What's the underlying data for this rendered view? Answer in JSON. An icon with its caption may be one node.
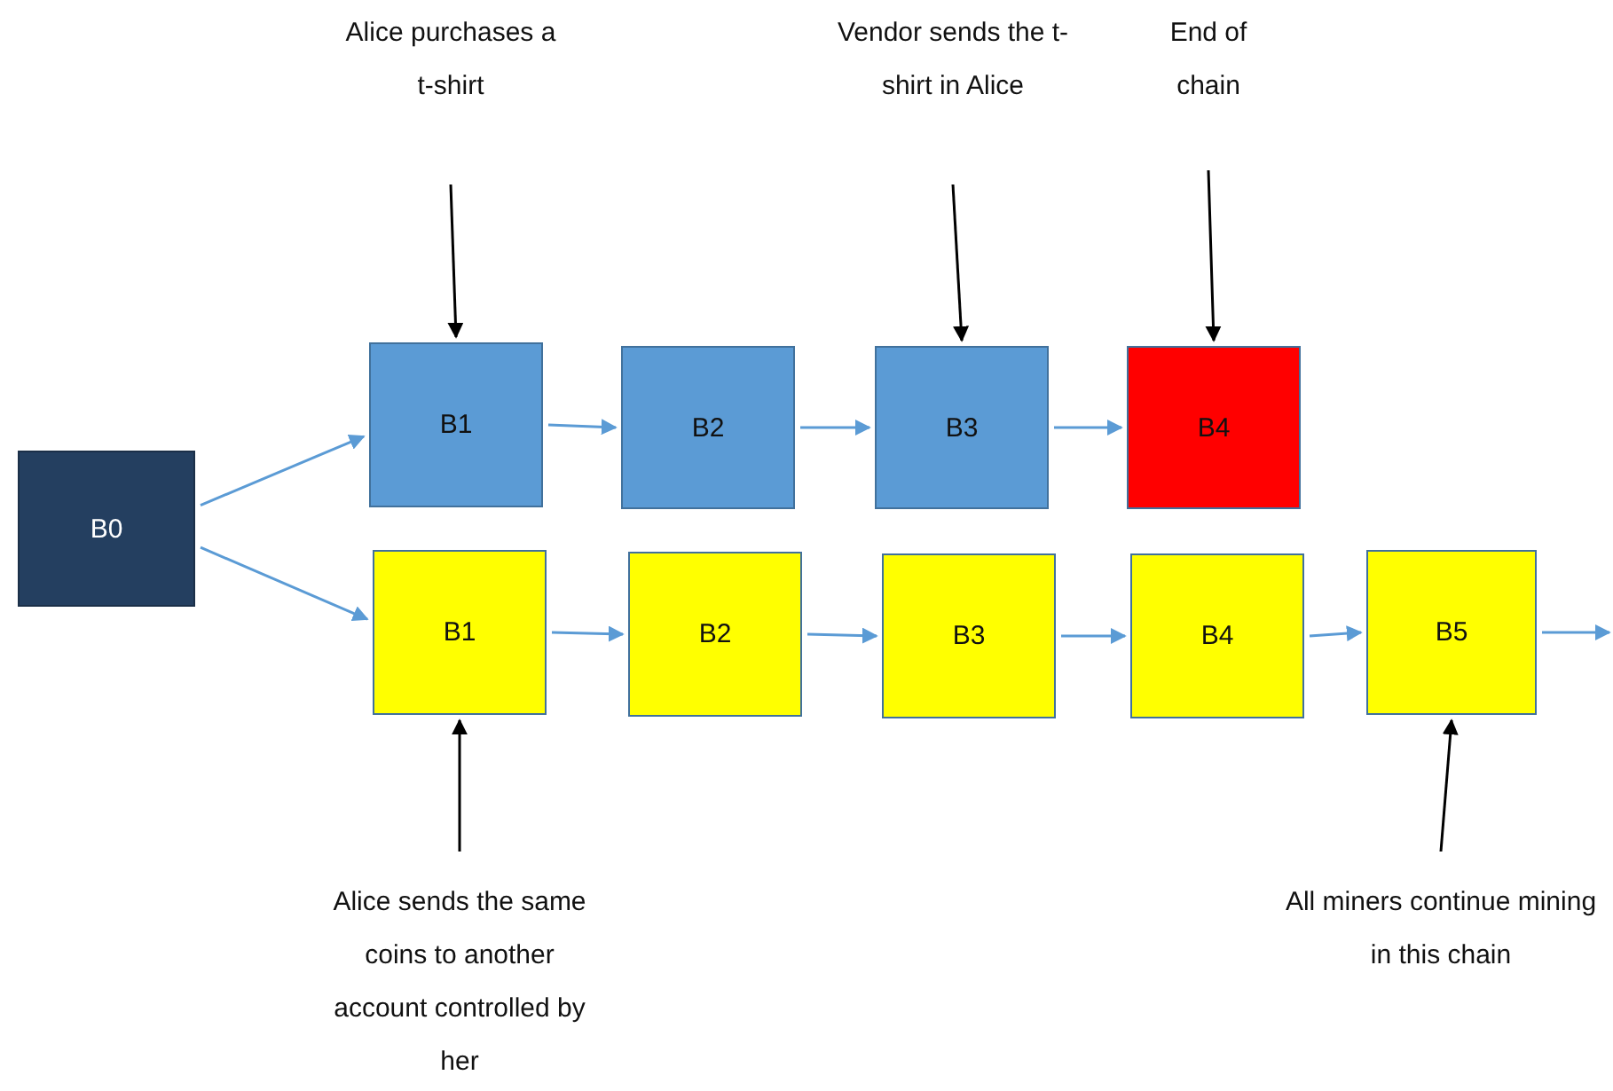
{
  "diagram": {
    "nodes": [
      {
        "text": [
          "Alice purchases a t-shirt"
        ]
      },
      {
        "text": [
          "Vendor sends the t-shirt in Alice"
        ]
      },
      {
        "text": [
          "End of chain"
        ]
      },
      {
        "text": [
          "B0"
        ]
      },
      {
        "text": [
          "B1"
        ]
      },
      {
        "text": [
          "B2"
        ]
      },
      {
        "text": [
          "B3"
        ]
      },
      {
        "text": [
          "B4"
        ]
      },
      {
        "text": [
          "B1"
        ]
      },
      {
        "text": [
          "B2"
        ]
      },
      {
        "text": [
          "B3"
        ]
      },
      {
        "text": [
          "B4"
        ]
      },
      {
        "text": [
          "B5"
        ]
      },
      {
        "text": [
          "Alice sends the same coins to another account controlled by her"
        ]
      },
      {
        "text": [
          "All miners continue mining in this chain"
        ]
      }
    ],
    "edges": [
      {
        "from": 3,
        "to": 4,
        "arrow": "to"
      },
      {
        "from": 3,
        "to": 8,
        "arrow": "to"
      },
      {
        "from": 4,
        "to": 5,
        "arrow": "to"
      },
      {
        "from": 5,
        "to": 6,
        "arrow": "to"
      },
      {
        "from": 6,
        "to": 7,
        "arrow": "to"
      },
      {
        "from": 8,
        "to": 9,
        "arrow": "to"
      },
      {
        "from": 9,
        "to": 10,
        "arrow": "to"
      },
      {
        "from": 10,
        "to": 11,
        "arrow": "to"
      },
      {
        "from": 11,
        "to": 12,
        "arrow": "to"
      },
      {
        "from": 12,
        "to": null,
        "arrow": "to"
      },
      {
        "from": 0,
        "to": 4,
        "arrow": "to",
        "color": "#000000"
      },
      {
        "from": 1,
        "to": 6,
        "arrow": "to",
        "color": "#000000"
      },
      {
        "from": 2,
        "to": 7,
        "arrow": "to",
        "color": "#000000"
      },
      {
        "from": 13,
        "to": 8,
        "arrow": "to",
        "color": "#000000"
      },
      {
        "from": 14,
        "to": 12,
        "arrow": "to",
        "color": "#000000"
      }
    ]
  }
}
